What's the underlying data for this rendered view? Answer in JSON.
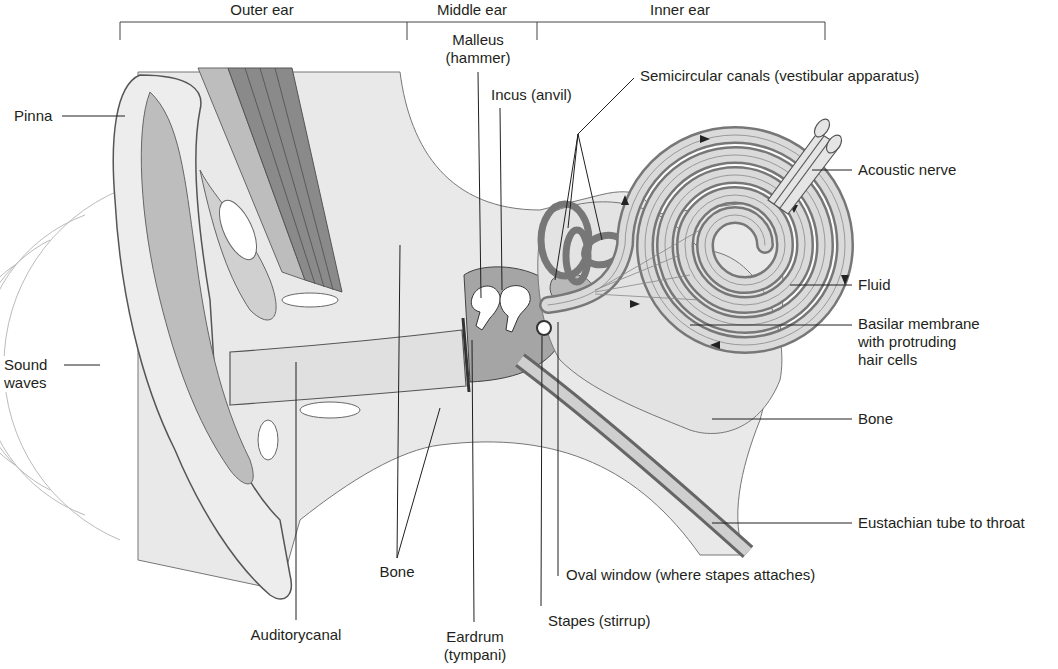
{
  "diagram": {
    "labels": [
      "Outer ear",
      "Middle ear",
      "Inner ear",
      "Malleus (hammer)",
      "Incus (anvil)",
      "Semicircular canals (vestibular apparatus)",
      "Pinna",
      "Acoustic nerve",
      "Fluid",
      "Basilar membrane with protruding hair cells",
      "Sound waves",
      "Bone",
      "Eustachian tube to throat",
      "Bone",
      "Oval window (where stapes attaches)",
      "Auditorycanal",
      "Stapes (stirrup)",
      "Eardrum (tympani)"
    ]
  }
}
